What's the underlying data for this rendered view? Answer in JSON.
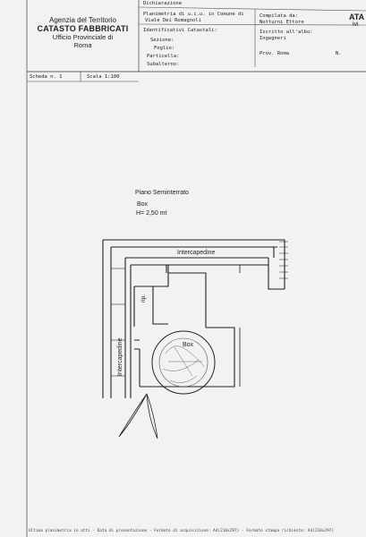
{
  "header": {
    "agency": "Agenzia del Territorio",
    "catasto": "CATASTO FABBRICATI",
    "ufficio": "Ufficio Provinciale di",
    "city": "Roma",
    "dichiarazione": "Dichiarazione",
    "planimetria": "Planimetria di u.i.u. in Comune di",
    "address": "Viale Dei Romagnoli",
    "identificativi": "Identificativi Catastali:",
    "sezione": "Sezione:",
    "foglio": "Foglio:",
    "particella": "Particella:",
    "subalterno": "Subalterno:",
    "compilata": "Compilata da:",
    "compiler": "Notturni Ettore",
    "iscritto": "Iscritto all'albo:",
    "albo": "Ingegneri",
    "prov": "Prov. Roma",
    "n_label": "N.",
    "edge_right": "ATA",
    "edge_right2": "ivi",
    "scheda": "Scheda n. 1",
    "scala": "Scala 1:100"
  },
  "plan": {
    "floor": "Piano Seminterrato",
    "use": "Box",
    "height": "H= 2,50 mt",
    "label_intercapedine_top": "Intercapedine",
    "label_intercapedine_left": "Intercapedine",
    "label_rip": "rip.",
    "label_box": "Box"
  },
  "footer": {
    "text": "Ultima planimetria in atti · Data di presentazione · Formato di acquisizione: A4(210x297) - Formato stampa richiesto: A4(210x297)"
  }
}
